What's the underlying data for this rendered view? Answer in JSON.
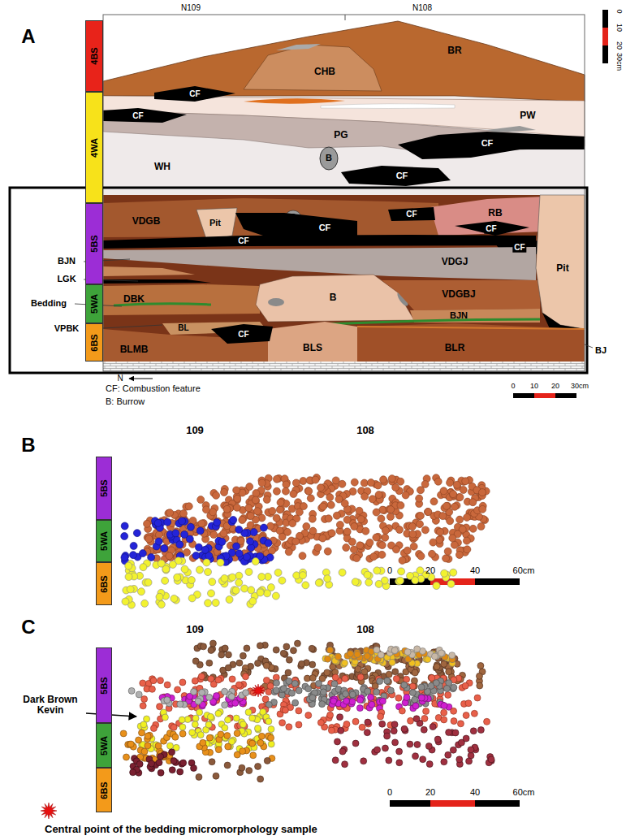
{
  "diagram": {
    "nodes": [
      {
        "text": [
          "4BS"
        ]
      },
      {
        "text": [
          "4WA"
        ]
      },
      {
        "text": [
          "5BS"
        ]
      },
      {
        "text": [
          "5WA"
        ]
      },
      {
        "text": [
          "6BS"
        ]
      },
      {
        "text": [
          "5BS"
        ]
      },
      {
        "text": [
          "5WA"
        ]
      },
      {
        "text": [
          "6BS"
        ]
      },
      {
        "text": [
          "5BS"
        ]
      },
      {
        "text": [
          "5WA"
        ]
      },
      {
        "text": [
          "6BS"
        ]
      }
    ],
    "labels": [
      "A",
      "N109",
      "N108",
      "0",
      "10",
      "20",
      "30cm",
      "BR",
      "CF",
      "CHB",
      "PW",
      "CF",
      "PG",
      "CF",
      "B",
      "WH",
      "CF",
      "VDGB",
      "Pit",
      "B",
      "CF",
      "CF",
      "RB",
      "CF",
      "CF",
      "CF",
      "VDGJ",
      "Pit",
      "BJN",
      "LGK",
      "DBK",
      "B",
      "VDGBJ",
      "BJN",
      "Bedding",
      "VPBK",
      "BL",
      "CF",
      "BLMB",
      "BLS",
      "BLR",
      "BJ",
      "N",
      "CF: Combustion feature",
      "B: Burrow",
      "0",
      "10",
      "20",
      "30cm",
      "B",
      "109",
      "108",
      "0",
      "20",
      "40",
      "60cm",
      "C",
      "109",
      "108",
      "Dark Brown Kevin",
      "0",
      "20",
      "40",
      "60cm"
    ],
    "legend": [
      {
        "text": "Central point of the bedding micromorphology sample"
      }
    ]
  }
}
